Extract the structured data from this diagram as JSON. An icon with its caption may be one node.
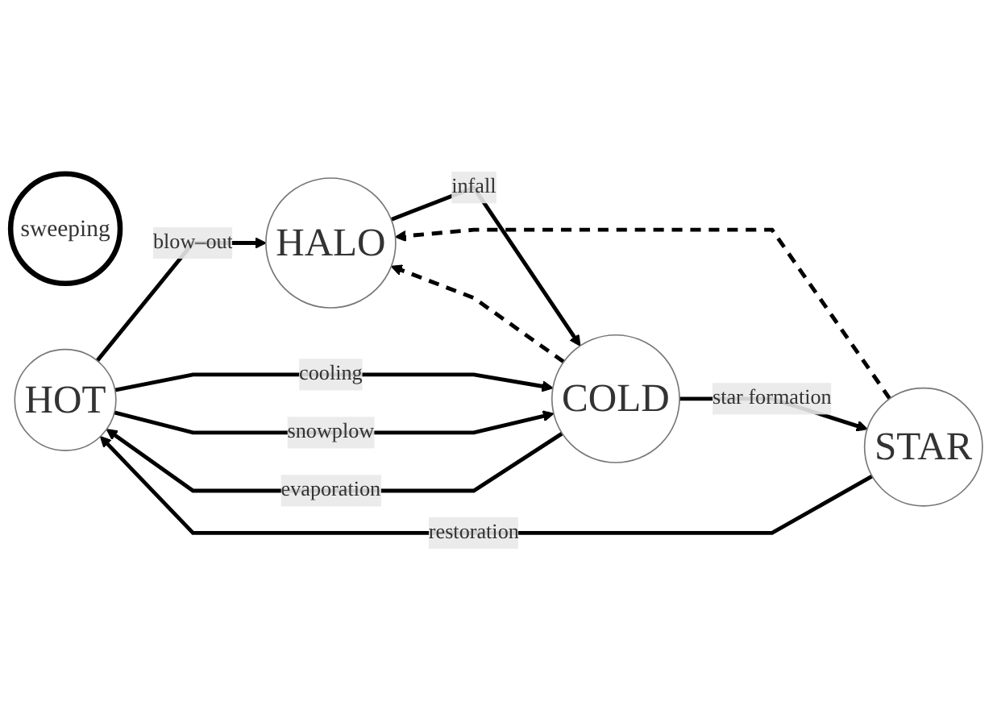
{
  "diagram": {
    "nodes": [
      {
        "text": [
          "sweeping"
        ]
      },
      {
        "text": [
          "HOT"
        ]
      },
      {
        "text": [
          "HALO"
        ]
      },
      {
        "text": [
          "STAR"
        ]
      },
      {
        "text": [
          "COLD"
        ]
      }
    ],
    "edges": [
      {
        "from": 1,
        "to": 2,
        "arrow": "to",
        "label": "blow–out"
      },
      {
        "from": 3,
        "to": 1,
        "arrow": "to",
        "label": "restoration"
      },
      {
        "from": 2,
        "to": 4,
        "arrow": "to",
        "label": "infall"
      },
      {
        "from": 1,
        "to": 4,
        "arrow": "to",
        "label": "cooling"
      },
      {
        "from": 1,
        "to": 4,
        "arrow": "to",
        "label": "snowplow"
      },
      {
        "from": 4,
        "to": 1,
        "arrow": "to",
        "label": "evaporation"
      },
      {
        "from": 4,
        "to": 3,
        "arrow": "to",
        "label": "star formation"
      },
      {
        "from": 4,
        "to": 2,
        "arrow": "to",
        "style": "dashed"
      },
      {
        "from": 3,
        "to": 2,
        "arrow": "to",
        "style": "dashed"
      }
    ]
  }
}
